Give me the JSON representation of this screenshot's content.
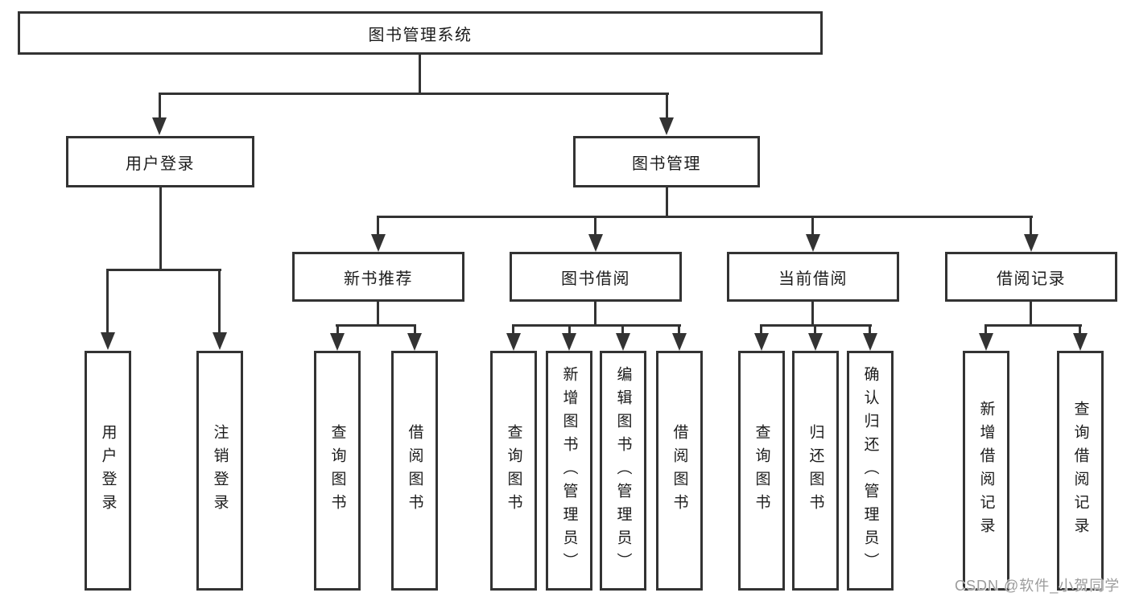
{
  "nodes": {
    "root": {
      "label": "图书管理系统"
    },
    "user_login": {
      "label": "用户登录"
    },
    "book_management": {
      "label": "图书管理"
    },
    "new_book_recommend": {
      "label": "新书推荐"
    },
    "book_borrow": {
      "label": "图书借阅"
    },
    "current_borrow": {
      "label": "当前借阅"
    },
    "borrow_records": {
      "label": "借阅记录"
    },
    "leaf_user_login": {
      "label": "用户登录"
    },
    "leaf_logout": {
      "label": "注销登录"
    },
    "leaf_rec_query_book": {
      "label": "查询图书"
    },
    "leaf_rec_borrow_book": {
      "label": "借阅图书"
    },
    "leaf_bb_query_book": {
      "label": "查询图书"
    },
    "leaf_bb_add_book": {
      "label": "新增图书（管理员）"
    },
    "leaf_bb_edit_book": {
      "label": "编辑图书（管理员）"
    },
    "leaf_bb_borrow_book": {
      "label": "借阅图书"
    },
    "leaf_cb_query_book": {
      "label": "查询图书"
    },
    "leaf_cb_return_book": {
      "label": "归还图书"
    },
    "leaf_cb_confirm_return": {
      "label": "确认归还（管理员）"
    },
    "leaf_br_add_record": {
      "label": "新增借阅记录"
    },
    "leaf_br_query_record": {
      "label": "查询借阅记录"
    }
  },
  "watermark": {
    "text": "CSDN @软件_小贺同学"
  },
  "colors": {
    "line": "#333333",
    "box_border": "#333333",
    "text": "#1c1c1c",
    "background": "#ffffff",
    "watermark": "#9c9c9c"
  }
}
